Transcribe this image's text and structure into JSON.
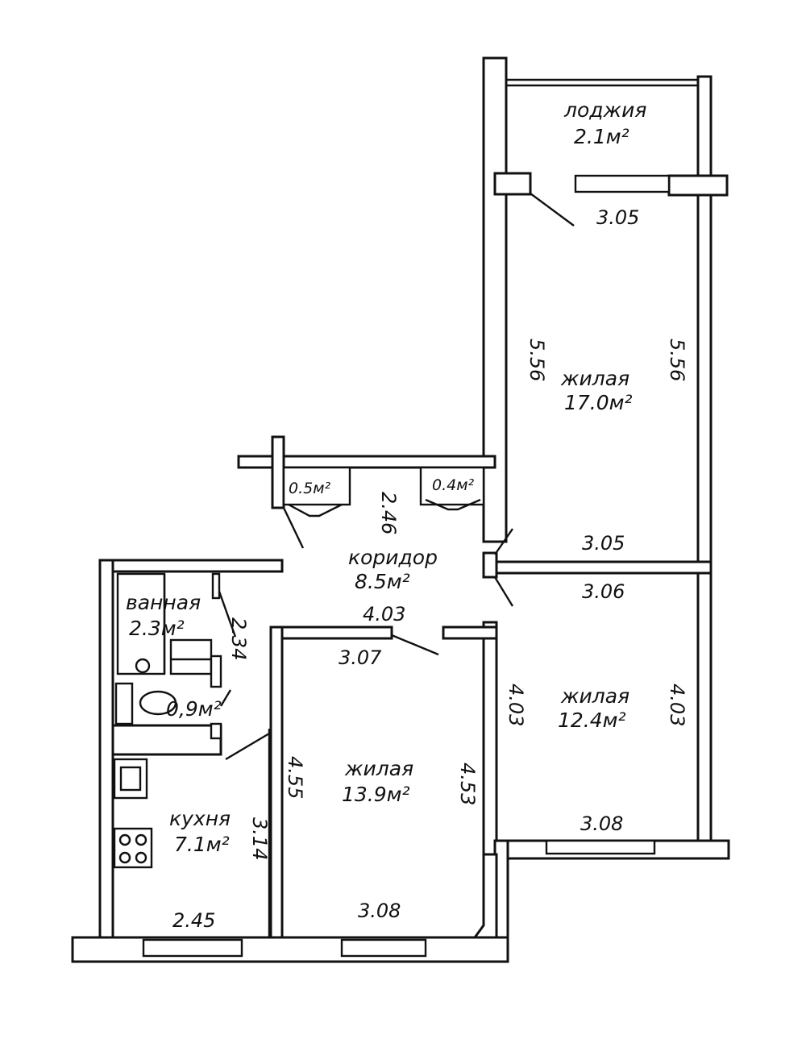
{
  "rooms": {
    "loggia": {
      "name": "лоджия",
      "area": "2.1м²"
    },
    "living1": {
      "name": "жилая",
      "area": "17.0м²"
    },
    "corridor": {
      "name": "коридор",
      "area": "8.5м²"
    },
    "living2": {
      "name": "жилая",
      "area": "12.4м²"
    },
    "living3": {
      "name": "жилая",
      "area": "13.9м²"
    },
    "kitchen": {
      "name": "кухня",
      "area": "7.1м²"
    },
    "bathroom": {
      "name": "ванная",
      "area": "2.3м²"
    },
    "toilet": {
      "area": "0,9м²"
    },
    "closet1": {
      "area": "0.5м²"
    },
    "closet2": {
      "area": "0.4м²"
    }
  },
  "dimensions": {
    "living1_top": "3.05",
    "living1_left": "5.56",
    "living1_right": "5.56",
    "living1_bottom": "3.05",
    "corridor_height": "2.46",
    "corridor_width": "4.03",
    "living2_top": "3.06",
    "living2_left": "4.03",
    "living2_right": "4.03",
    "living2_bottom": "3.08",
    "living3_top": "3.07",
    "living3_left": "4.55",
    "living3_right": "4.53",
    "living3_bottom": "3.08",
    "bathroom_height": "2.34",
    "kitchen_height": "3.14",
    "kitchen_bottom": "2.45"
  }
}
